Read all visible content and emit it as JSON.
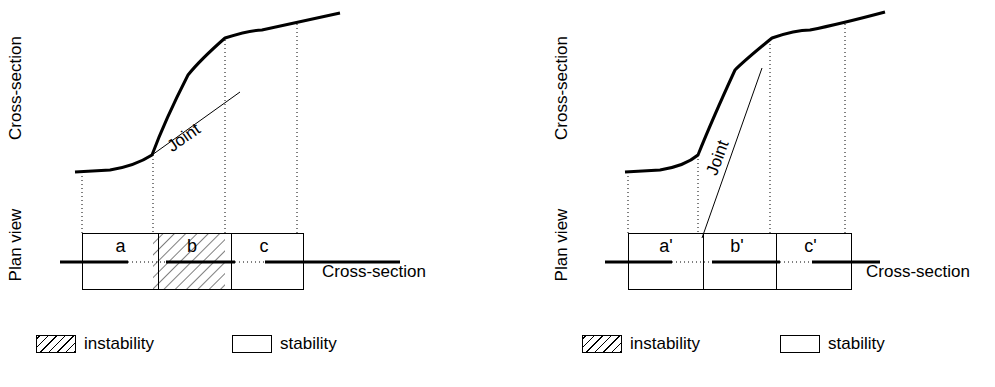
{
  "diagram": {
    "nodes": [
      {
        "text": [
          "a"
        ]
      },
      {
        "text": [
          "b"
        ]
      },
      {
        "text": [
          "c"
        ]
      },
      {
        "text": [
          "a'"
        ]
      },
      {
        "text": [
          "b'"
        ]
      },
      {
        "text": [
          "c'"
        ]
      }
    ],
    "labels": [
      "Cross-section",
      "Joint",
      "Plan view",
      "Cross-section",
      "Cross-section",
      "Joint",
      "Plan view",
      "Cross-section"
    ],
    "legend": [
      {
        "text": "instability"
      },
      {
        "text": "stability",
        "color": "#ffffff"
      },
      {
        "text": "instability"
      },
      {
        "text": "stability",
        "color": "#ffffff"
      }
    ]
  }
}
